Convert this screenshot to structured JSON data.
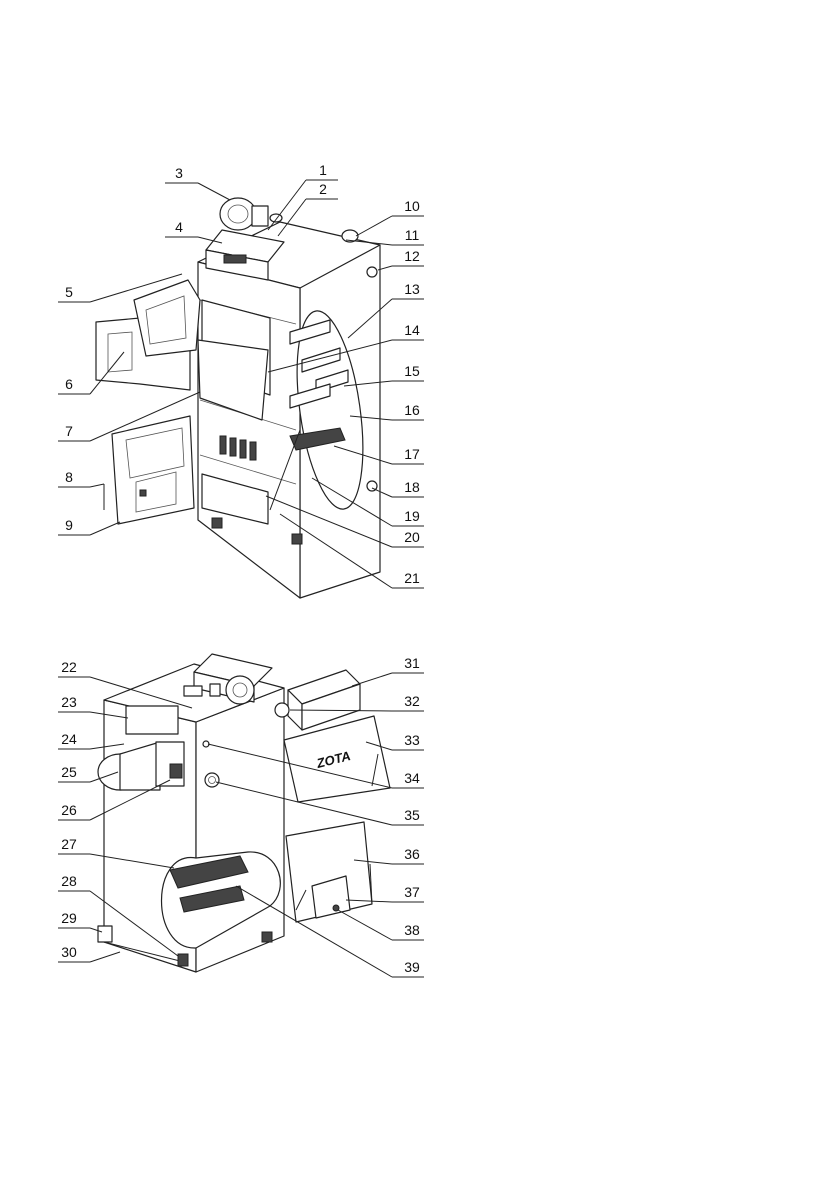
{
  "figure_top": {
    "callouts": [
      "1",
      "2",
      "3",
      "4",
      "5",
      "6",
      "7",
      "8",
      "9",
      "10",
      "11",
      "12",
      "13",
      "14",
      "15",
      "16",
      "17",
      "18",
      "19",
      "20",
      "21"
    ]
  },
  "figure_bottom": {
    "callouts": [
      "22",
      "23",
      "24",
      "25",
      "26",
      "27",
      "28",
      "29",
      "30",
      "31",
      "32",
      "33",
      "34",
      "35",
      "36",
      "37",
      "38",
      "39"
    ],
    "brand_text": "ZOTA"
  }
}
